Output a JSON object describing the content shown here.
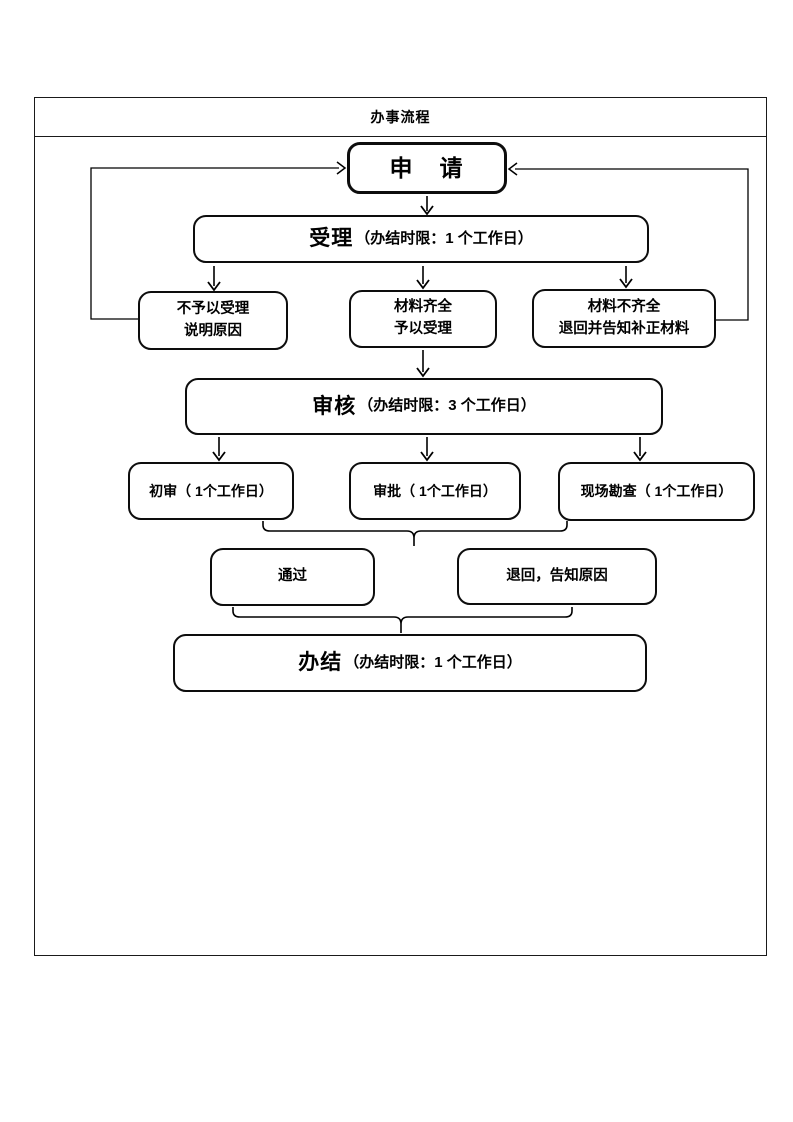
{
  "page": {
    "title": "办事流程"
  },
  "flowchart": {
    "nodes": {
      "apply": {
        "label": "申　请"
      },
      "accept": {
        "title": "受理",
        "note": "（办结时限：1 个工作日）"
      },
      "reject": {
        "line1": "不予以受理",
        "line2": "说明原因"
      },
      "complete": {
        "line1": "材料齐全",
        "line2": "予以受理"
      },
      "incomplete": {
        "line1": "材料不齐全",
        "line2": "退回并告知补正材料"
      },
      "review": {
        "title": "审核",
        "note": "（办结时限：3 个工作日）"
      },
      "preliminary": {
        "label": "初审（ 1个工作日）"
      },
      "approval": {
        "label": "审批（ 1个工作日）"
      },
      "survey": {
        "label": "现场勘查（ 1个工作日）"
      },
      "pass": {
        "label": "通过"
      },
      "return": {
        "label": "退回，告知原因"
      },
      "finish": {
        "title": "办结",
        "note": "（办结时限：1 个工作日）"
      }
    },
    "colors": {
      "line": "#000000",
      "background": "#ffffff"
    }
  }
}
